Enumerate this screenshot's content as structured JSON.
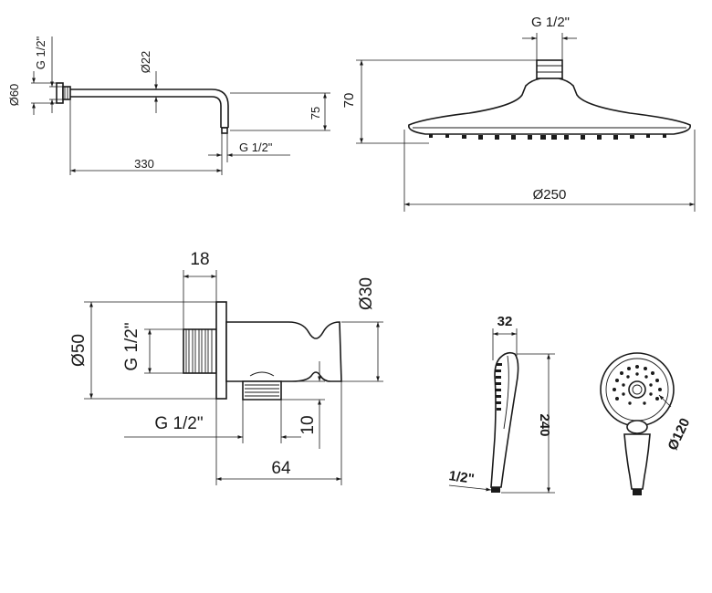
{
  "shower_arm": {
    "dia_flange": "Ø60",
    "thread_wall": "G 1/2\"",
    "dia_tube": "Ø22",
    "drop": "75",
    "thread_outlet": "G 1/2\"",
    "length": "330"
  },
  "head_shower": {
    "thread": "G 1/2\"",
    "height": "70",
    "diameter": "Ø250"
  },
  "wall_outlet": {
    "width_flange": "18",
    "dia_holder": "Ø30",
    "dia_flange": "Ø50",
    "thread_inlet": "G 1/2\"",
    "thread_outlet": "G 1/2\"",
    "offset": "10",
    "depth": "64"
  },
  "hand_shower": {
    "thickness": "32",
    "length": "240",
    "thread": "1/2\"",
    "face_diameter": "Ø120"
  }
}
